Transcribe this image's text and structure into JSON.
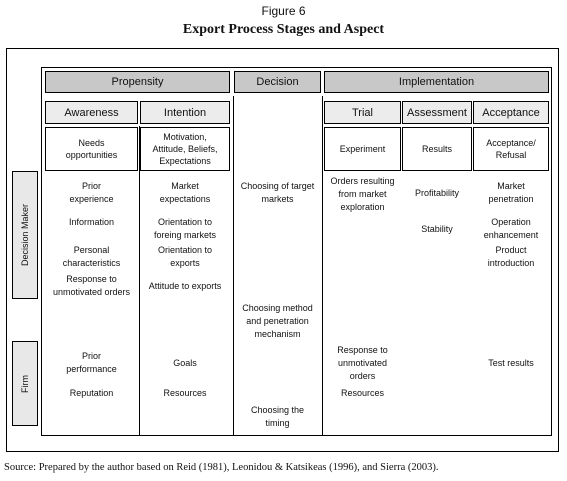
{
  "figure_label": "Figure 6",
  "title": "Export Process Stages and Aspect",
  "headers": {
    "propensity": "Propensity",
    "decision": "Decision",
    "implementation": "Implementation",
    "awareness": "Awareness",
    "intention": "Intention",
    "trial": "Trial",
    "assessment": "Assessment",
    "acceptance": "Acceptance"
  },
  "defs": {
    "awareness": "Needs\nopportunities",
    "intention": "Motivation,\nAttitude, Beliefs,\nExpectations",
    "trial": "Experiment",
    "assessment": "Results",
    "acceptance": "Acceptance/\nRefusal"
  },
  "rows": {
    "decision_maker": "Decision Maker",
    "firm": "Firm"
  },
  "cells": {
    "awareness_1": "Prior\nexperience",
    "awareness_2": "Information",
    "awareness_3": "Personal\ncharacteristics",
    "awareness_4": "Response to\nunmotivated orders",
    "awareness_5": "Prior\nperformance",
    "awareness_6": "Reputation",
    "intention_1": "Market\nexpectations",
    "intention_2": "Orientation to\nforeing markets",
    "intention_3": "Orientation to\nexports",
    "intention_4": "Attitude to exports",
    "intention_5": "Goals",
    "intention_6": "Resources",
    "decision_1": "Choosing of target\nmarkets",
    "decision_2": "Choosing method\nand penetration\nmechanism",
    "decision_3": "Choosing the\ntiming",
    "trial_1": "Orders resulting\nfrom market\nexploration",
    "trial_2": "Response to\nunmotivated\norders",
    "trial_3": "Resources",
    "assessment_1": "Profitability",
    "assessment_2": "Stability",
    "acceptance_1": "Market\npenetration",
    "acceptance_2": "Operation\nenhancement",
    "acceptance_3": "Product\nintroduction",
    "acceptance_4": "Test results"
  },
  "source": "Source: Prepared by the author based on Reid (1981), Leonidou & Katsikeas (1996), and Sierra (2003)."
}
